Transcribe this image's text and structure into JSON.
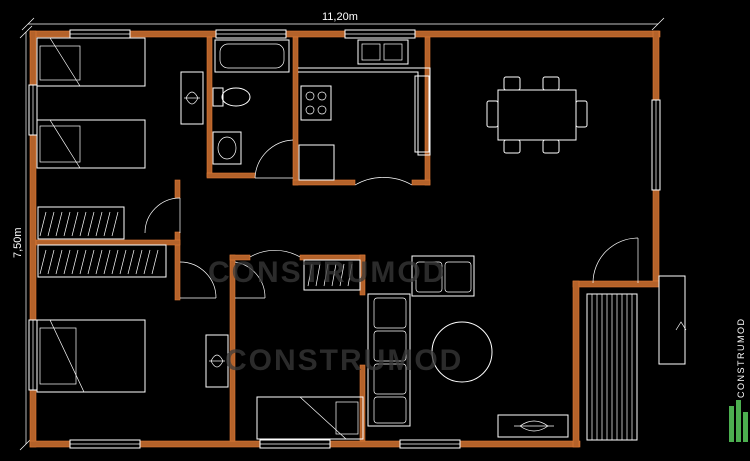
{
  "plan": {
    "width_label": "11,20m",
    "height_label": "7,50m",
    "brand": "CONSTRUMOD",
    "watermark": "CONSTRUMOD"
  },
  "colors": {
    "background": "#000000",
    "walls": "#b4622a",
    "fixtures": "#ffffff",
    "watermark": "#3a3a3a"
  }
}
